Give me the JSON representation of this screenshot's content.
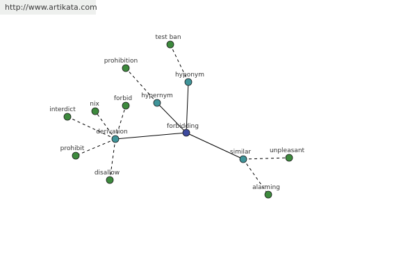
{
  "source_link": "http://www.artikata.com",
  "colors": {
    "root": "#3d4a9e",
    "relation": "#3f9499",
    "word": "#3d8a3d",
    "stroke": "#1a1a1a"
  },
  "nodes": [
    {
      "id": "forbidding",
      "label": "forbidding",
      "kind": "root"
    },
    {
      "id": "hyponym",
      "label": "hyponym",
      "kind": "relation"
    },
    {
      "id": "hypernym",
      "label": "hypernym",
      "kind": "relation"
    },
    {
      "id": "derivation",
      "label": "derivation",
      "kind": "relation"
    },
    {
      "id": "similar",
      "label": "similar",
      "kind": "relation"
    },
    {
      "id": "test-ban",
      "label": "test ban",
      "kind": "word"
    },
    {
      "id": "prohibition",
      "label": "prohibition",
      "kind": "word"
    },
    {
      "id": "forbid",
      "label": "forbid",
      "kind": "word"
    },
    {
      "id": "nix",
      "label": "nix",
      "kind": "word"
    },
    {
      "id": "interdict",
      "label": "interdict",
      "kind": "word"
    },
    {
      "id": "prohibit",
      "label": "prohibit",
      "kind": "word"
    },
    {
      "id": "disallow",
      "label": "disallow",
      "kind": "word"
    },
    {
      "id": "unpleasant",
      "label": "unpleasant",
      "kind": "word"
    },
    {
      "id": "alarming",
      "label": "alarming",
      "kind": "word"
    }
  ],
  "edges": [
    {
      "from": "forbidding",
      "to": "hyponym",
      "style": "solid"
    },
    {
      "from": "forbidding",
      "to": "hypernym",
      "style": "solid"
    },
    {
      "from": "forbidding",
      "to": "derivation",
      "style": "solid"
    },
    {
      "from": "forbidding",
      "to": "similar",
      "style": "solid"
    },
    {
      "from": "hyponym",
      "to": "test-ban",
      "style": "dashed"
    },
    {
      "from": "hypernym",
      "to": "prohibition",
      "style": "dashed"
    },
    {
      "from": "derivation",
      "to": "forbid",
      "style": "dashed"
    },
    {
      "from": "derivation",
      "to": "nix",
      "style": "dashed"
    },
    {
      "from": "derivation",
      "to": "interdict",
      "style": "dashed"
    },
    {
      "from": "derivation",
      "to": "prohibit",
      "style": "dashed"
    },
    {
      "from": "derivation",
      "to": "disallow",
      "style": "dashed"
    },
    {
      "from": "similar",
      "to": "unpleasant",
      "style": "dashed"
    },
    {
      "from": "similar",
      "to": "alarming",
      "style": "dashed"
    }
  ]
}
